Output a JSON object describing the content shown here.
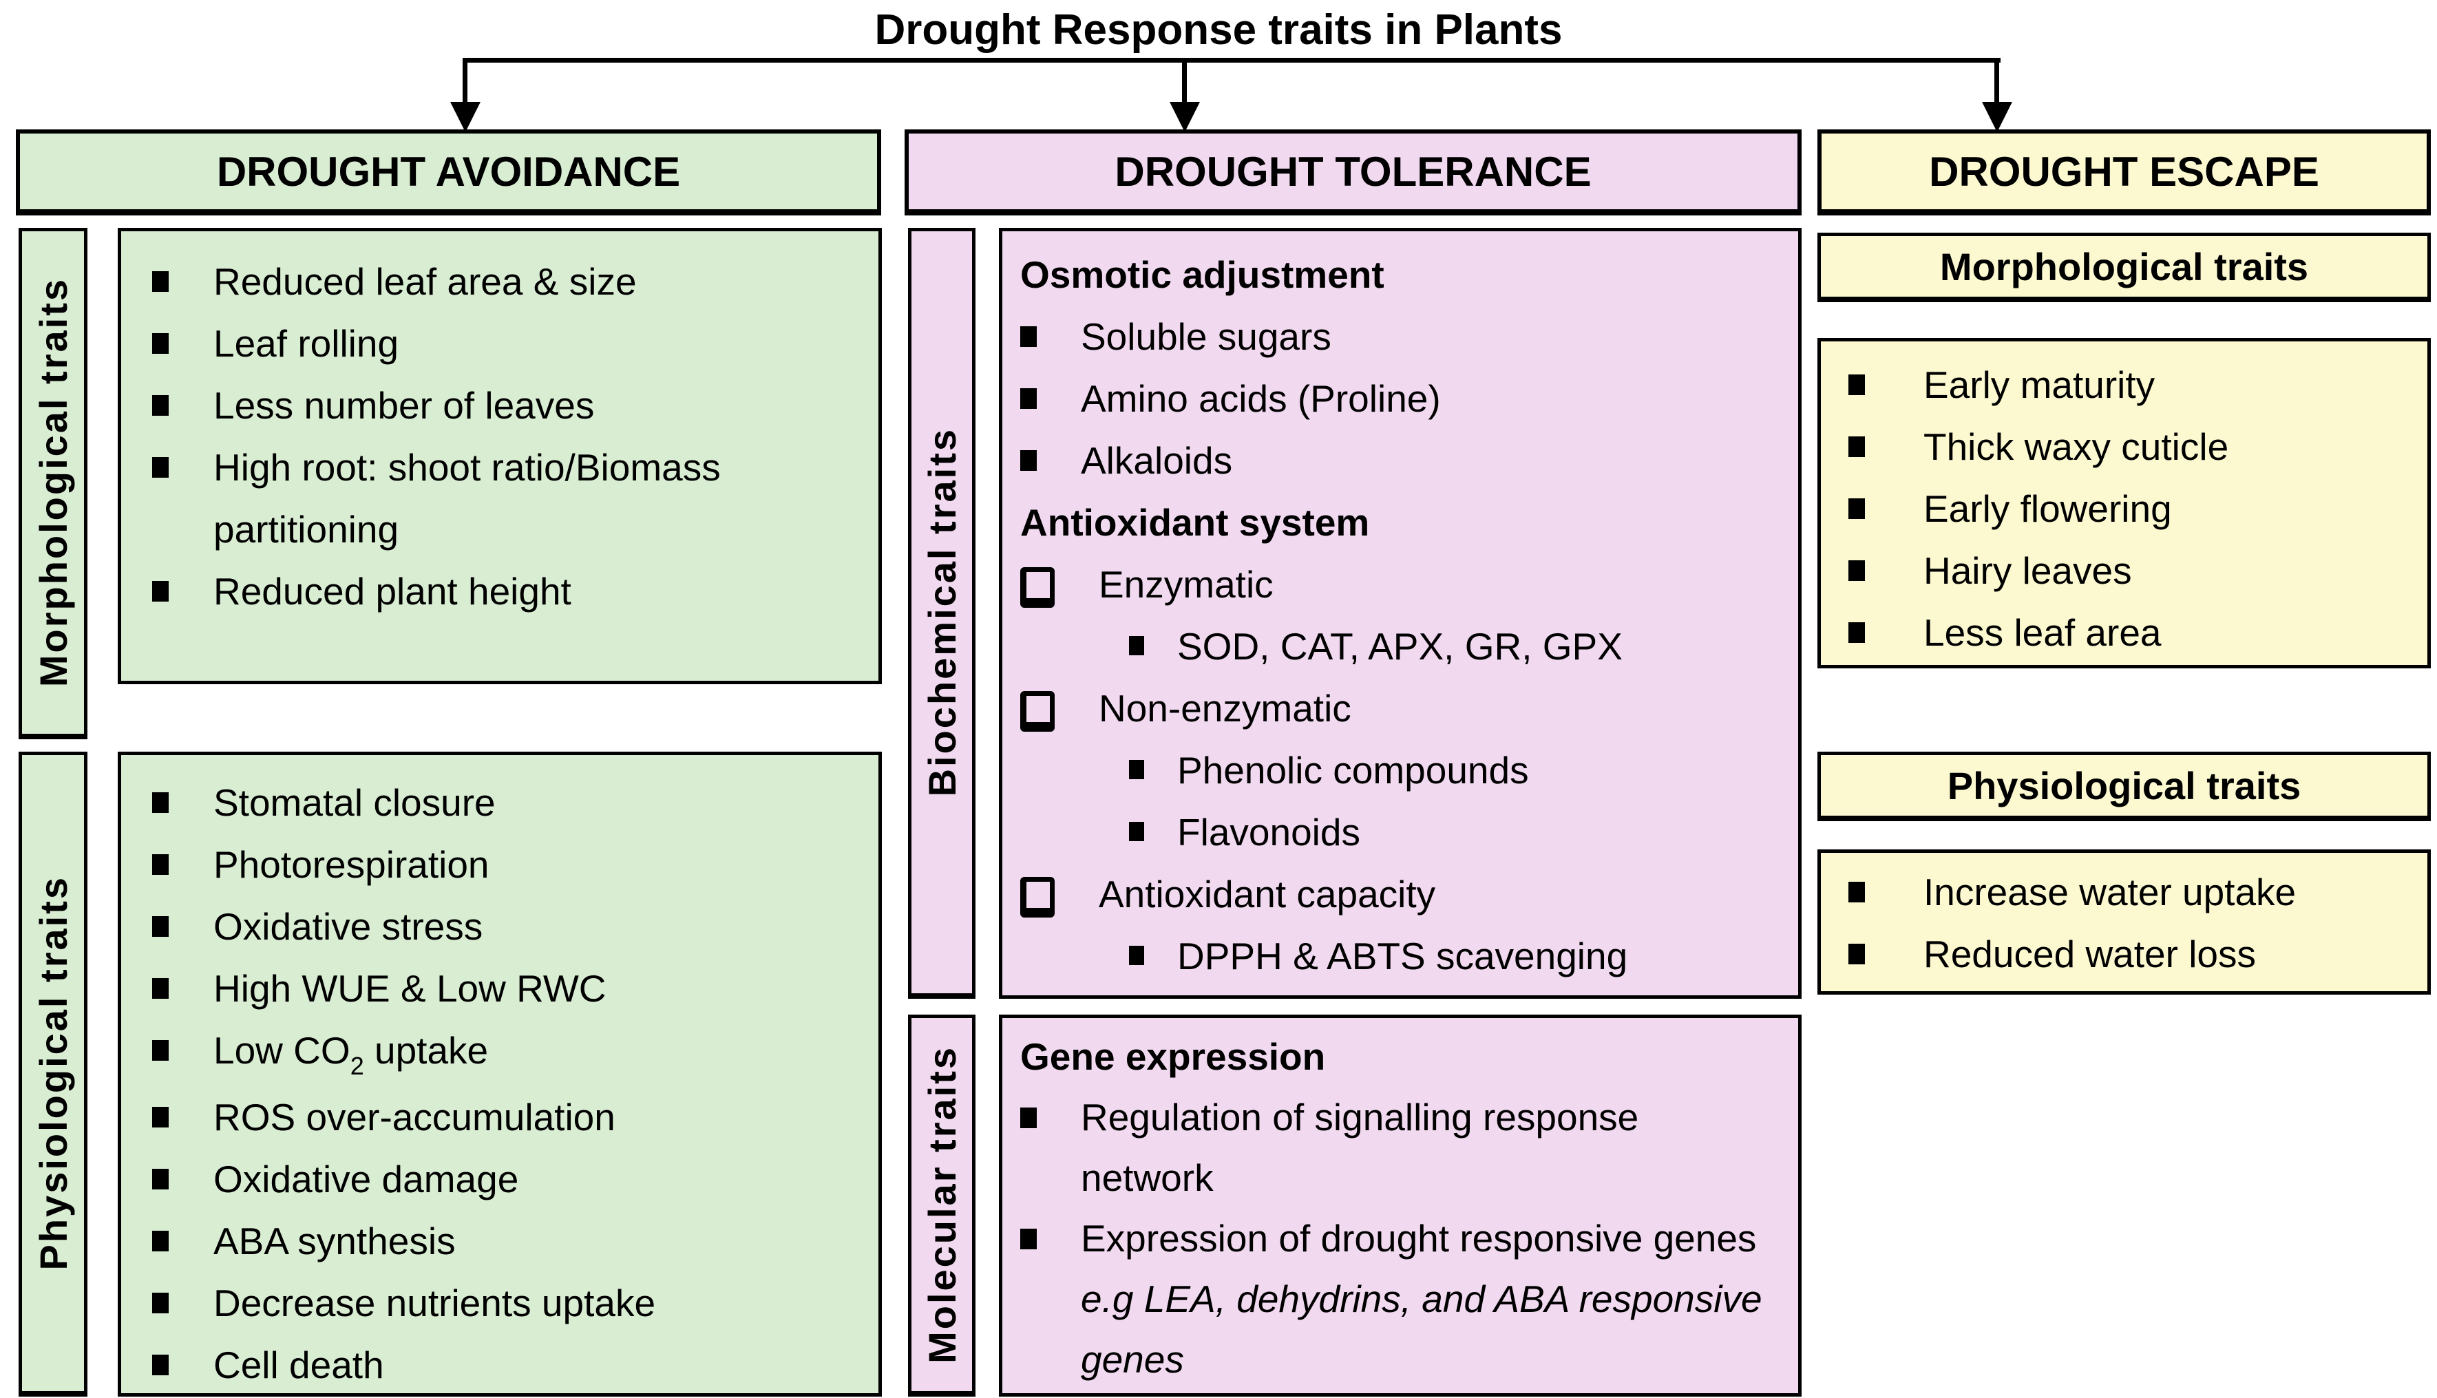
{
  "title": "Drought Response traits in Plants",
  "colors": {
    "avoidance": "#d9edd3",
    "tolerance": "#f1d9ef",
    "escape": "#fcf9d1",
    "border": "#000000"
  },
  "icons": {
    "square_bullet": "filled-square-bullet",
    "checkbox_bullet": "hollow-checkbox-bullet",
    "down_arrow": "down-arrow"
  },
  "columns": [
    {
      "header": "DROUGHT AVOIDANCE",
      "sections": [
        {
          "side_label": "Morphological traits",
          "items": [
            {
              "bullet": "square",
              "parts": [
                {
                  "t": "Reduced leaf area & size"
                }
              ]
            },
            {
              "bullet": "square",
              "parts": [
                {
                  "t": "Leaf rolling"
                }
              ]
            },
            {
              "bullet": "square",
              "parts": [
                {
                  "t": "Less number of leaves"
                }
              ]
            },
            {
              "bullet": "square",
              "parts": [
                {
                  "t": "High root: shoot ratio/Biomass partitioning"
                }
              ]
            },
            {
              "bullet": "square",
              "parts": [
                {
                  "t": "Reduced plant height"
                }
              ]
            }
          ]
        },
        {
          "side_label": "Physiological traits",
          "items": [
            {
              "bullet": "square",
              "parts": [
                {
                  "t": "Stomatal closure"
                }
              ]
            },
            {
              "bullet": "square",
              "parts": [
                {
                  "t": "Photorespiration"
                }
              ]
            },
            {
              "bullet": "square",
              "parts": [
                {
                  "t": "Oxidative stress"
                }
              ]
            },
            {
              "bullet": "square",
              "parts": [
                {
                  "t": "High WUE & Low RWC"
                }
              ]
            },
            {
              "bullet": "square",
              "parts": [
                {
                  "t": "Low CO"
                },
                {
                  "t": "2",
                  "sub": true
                },
                {
                  "t": " uptake"
                }
              ]
            },
            {
              "bullet": "square",
              "parts": [
                {
                  "t": "ROS over-accumulation"
                }
              ]
            },
            {
              "bullet": "square",
              "parts": [
                {
                  "t": "Oxidative damage"
                }
              ]
            },
            {
              "bullet": "square",
              "parts": [
                {
                  "t": "ABA synthesis"
                }
              ]
            },
            {
              "bullet": "square",
              "parts": [
                {
                  "t": "Decrease nutrients uptake"
                }
              ]
            },
            {
              "bullet": "square",
              "parts": [
                {
                  "t": "Cell death"
                }
              ]
            }
          ]
        }
      ]
    },
    {
      "header": "DROUGHT TOLERANCE",
      "sections": [
        {
          "side_label": "Biochemical traits",
          "items": [
            {
              "bullet": "none",
              "parts": [
                {
                  "t": "Osmotic adjustment",
                  "b": true
                }
              ]
            },
            {
              "bullet": "square",
              "parts": [
                {
                  "t": "Soluble sugars"
                }
              ]
            },
            {
              "bullet": "square",
              "parts": [
                {
                  "t": "Amino acids (Proline)"
                }
              ]
            },
            {
              "bullet": "square",
              "parts": [
                {
                  "t": "Alkaloids"
                }
              ]
            },
            {
              "bullet": "none",
              "parts": [
                {
                  "t": "Antioxidant system",
                  "b": true
                }
              ]
            },
            {
              "bullet": "check",
              "parts": [
                {
                  "t": "Enzymatic"
                }
              ]
            },
            {
              "bullet": "sub",
              "parts": [
                {
                  "t": "SOD, CAT, APX, GR, GPX"
                }
              ]
            },
            {
              "bullet": "check",
              "parts": [
                {
                  "t": "Non-enzymatic"
                }
              ]
            },
            {
              "bullet": "sub",
              "parts": [
                {
                  "t": "Phenolic compounds"
                }
              ]
            },
            {
              "bullet": "sub",
              "parts": [
                {
                  "t": "Flavonoids"
                }
              ]
            },
            {
              "bullet": "check",
              "parts": [
                {
                  "t": "Antioxidant capacity"
                }
              ]
            },
            {
              "bullet": "sub",
              "parts": [
                {
                  "t": "DPPH & ABTS scavenging"
                }
              ]
            }
          ]
        },
        {
          "side_label": "Molecular traits",
          "items": [
            {
              "bullet": "none",
              "parts": [
                {
                  "t": "Gene expression",
                  "b": true
                }
              ]
            },
            {
              "bullet": "square",
              "parts": [
                {
                  "t": "Regulation of signalling response network"
                }
              ]
            },
            {
              "bullet": "square",
              "parts": [
                {
                  "t": "Expression of drought responsive genes "
                },
                {
                  "t": "e.g LEA, dehydrins, and ABA responsive genes",
                  "i": true
                }
              ]
            }
          ]
        }
      ]
    },
    {
      "header": "DROUGHT ESCAPE",
      "sections": [
        {
          "sub_header": "Morphological traits",
          "items": [
            {
              "bullet": "square",
              "parts": [
                {
                  "t": "Early maturity"
                }
              ]
            },
            {
              "bullet": "square",
              "parts": [
                {
                  "t": "Thick waxy cuticle"
                }
              ]
            },
            {
              "bullet": "square",
              "parts": [
                {
                  "t": "Early flowering"
                }
              ]
            },
            {
              "bullet": "square",
              "parts": [
                {
                  "t": "Hairy leaves"
                }
              ]
            },
            {
              "bullet": "square",
              "parts": [
                {
                  "t": "Less leaf area"
                }
              ]
            }
          ]
        },
        {
          "sub_header": "Physiological traits",
          "items": [
            {
              "bullet": "square",
              "parts": [
                {
                  "t": "Increase water uptake"
                }
              ]
            },
            {
              "bullet": "square",
              "parts": [
                {
                  "t": "Reduced water loss"
                }
              ]
            }
          ]
        }
      ]
    }
  ]
}
